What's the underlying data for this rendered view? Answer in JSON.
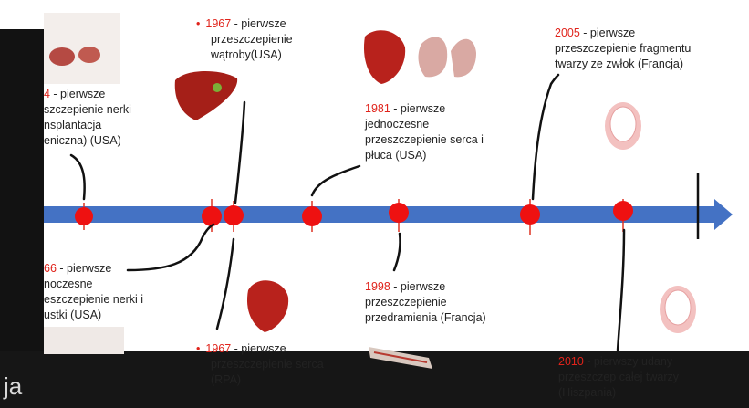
{
  "events": {
    "e1964": {
      "year": "4",
      "text": " - pierwsze",
      "l2": "szczepienie nerki",
      "l3": "nsplantacja",
      "l4": "eniczna) (USA)"
    },
    "e1966": {
      "year": "66",
      "text": " - pierwsze",
      "l2": "noczesne",
      "l3": "eszczepienie nerki i",
      "l4": "ustki (USA)"
    },
    "e1967a": {
      "year": "1967",
      "text": " - pierwsze",
      "l2": "przeszczepienie",
      "l3": "wątroby(USA)"
    },
    "e1967b": {
      "year": "1967",
      "text": " - pierwsze",
      "l2": "przeszczepienie serca",
      "l3": "(RPA)"
    },
    "e1981": {
      "year": "1981",
      "text": " - pierwsze",
      "l2": "jednoczesne",
      "l3": "przeszczepienie serca i",
      "l4": "płuca (USA)"
    },
    "e1998": {
      "year": "1998",
      "text": " - pierwsze",
      "l2": "przeszczepienie",
      "l3": "przedramienia (Francja)"
    },
    "e2005": {
      "year": "2005",
      "text": " - pierwsze",
      "l2": "przeszczepienie fragmentu",
      "l3": "twarzy ze zwłok (Francja)"
    },
    "e2010": {
      "year": "2010",
      "text": " - pierwszy udany",
      "l2": "przeszczep całej twarzy",
      "l3": "(Hiszpania)"
    }
  },
  "bullet": "•",
  "caption": "ja",
  "colors": {
    "axis": "#4472c4",
    "marker": "#ee1111",
    "year": "#e0231b"
  }
}
